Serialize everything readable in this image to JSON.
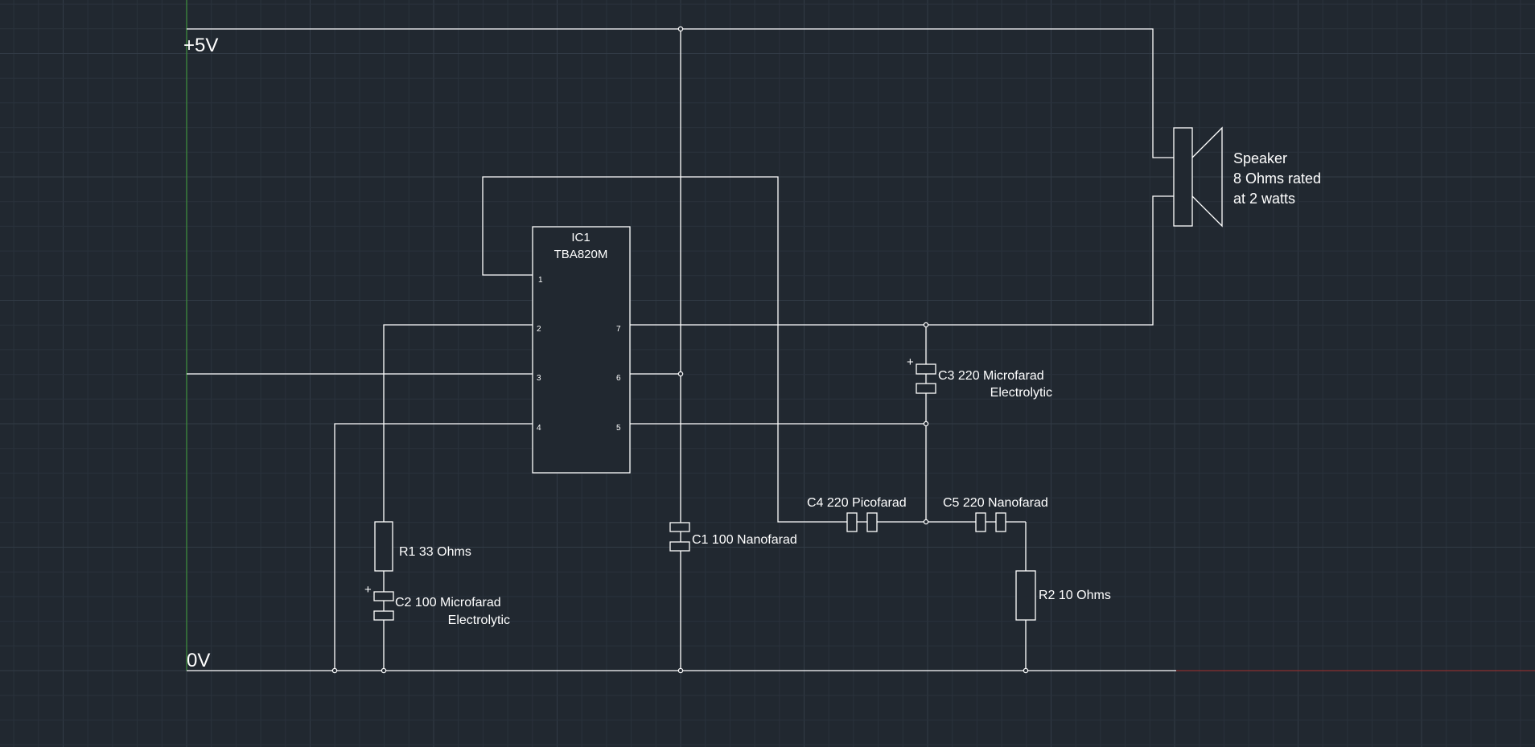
{
  "rails": {
    "positive": "+5V",
    "ground": "0V"
  },
  "ic": {
    "designator": "IC1",
    "part": "TBA820M",
    "pins_left": [
      "1",
      "2",
      "3",
      "4"
    ],
    "pins_right": [
      "7",
      "6",
      "5"
    ]
  },
  "speaker": {
    "line1": "Speaker",
    "line2": "8 Ohms rated",
    "line3": "at 2 watts"
  },
  "components": {
    "r1": "R1 33 Ohms",
    "r2": "R2 10 Ohms",
    "c1": "C1 100 Nanofarad",
    "c2": {
      "line1": "C2 100 Microfarad",
      "line2": "Electrolytic",
      "polarity": "+"
    },
    "c3": {
      "line1": "C3 220 Microfarad",
      "line2": "Electrolytic",
      "polarity": "+"
    },
    "c4": "C4 220 Picofarad",
    "c5": "C5 220 Nanofarad"
  },
  "colors": {
    "background": "#212830",
    "grid_minor": "#2a323c",
    "grid_major": "#323b46",
    "wire": "#ffffff",
    "y_axis": "#3d8a3d",
    "x_axis": "#8a2f2f"
  }
}
